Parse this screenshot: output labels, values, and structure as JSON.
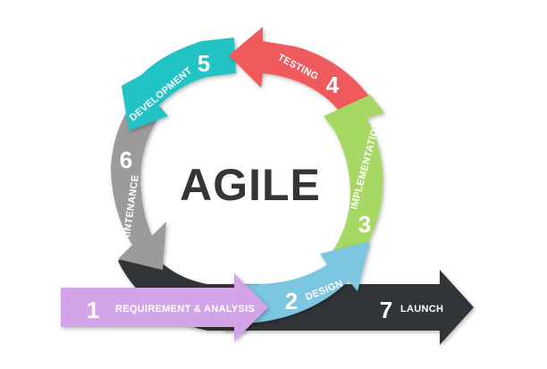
{
  "center_title": "AGILE",
  "steps": [
    {
      "number": "1",
      "label": "REQUIREMENT & ANALYSIS",
      "color": "#d3a5e8"
    },
    {
      "number": "2",
      "label": "DESIGN",
      "color": "#7dc6e1"
    },
    {
      "number": "3",
      "label": "IMPLEMENTATION",
      "color": "#a7d864"
    },
    {
      "number": "4",
      "label": "TESTING",
      "color": "#f05a5b"
    },
    {
      "number": "5",
      "label": "DEVELOPMENT",
      "color": "#20c3c4"
    },
    {
      "number": "6",
      "label": "MAINTENANCE",
      "color": "#9b9b9b"
    },
    {
      "number": "7",
      "label": "LAUNCH",
      "color": "#333538"
    }
  ]
}
